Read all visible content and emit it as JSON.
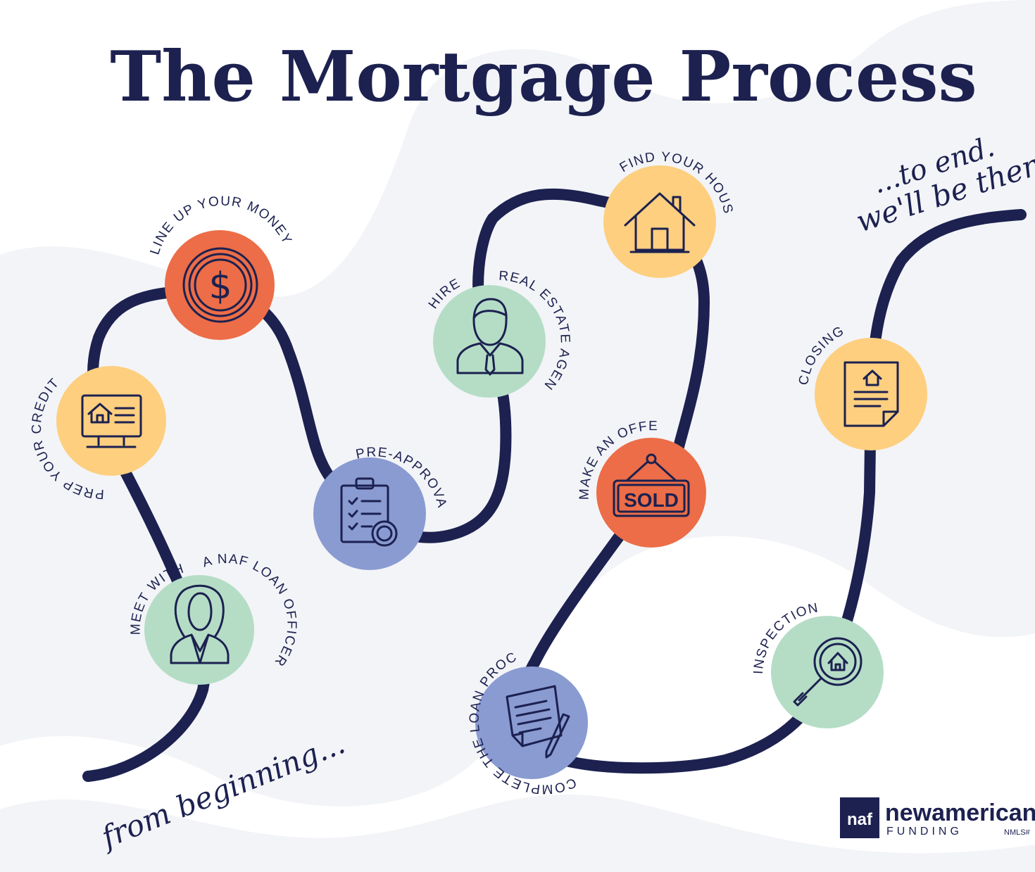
{
  "title": "The Mortgage Process",
  "start_note": "from beginning...",
  "end_note_line1": "...to end.",
  "end_note_line2": "we'll be there.",
  "steps": [
    {
      "id": "meet",
      "label_a": "MEET WITH",
      "label_b": "A NAF LOAN OFFICER",
      "icon": "loan-officer-icon"
    },
    {
      "id": "credit",
      "label": "PREP YOUR CREDIT",
      "icon": "computer-monitor-house-icon"
    },
    {
      "id": "money",
      "label": "LINE UP YOUR MONEY",
      "icon": "dollar-coin-icon"
    },
    {
      "id": "preapproval",
      "label": "PRE-APPROVAL",
      "icon": "clipboard-checklist-icon"
    },
    {
      "id": "agent",
      "label_a": "HIRE A",
      "label_b": "REAL ESTATE AGENT",
      "icon": "agent-person-icon"
    },
    {
      "id": "house",
      "label": "FIND YOUR HOUSE",
      "icon": "house-icon"
    },
    {
      "id": "offer",
      "label": "MAKE AN OFFER",
      "icon": "sold-sign-icon",
      "sign_text": "SOLD"
    },
    {
      "id": "loan",
      "label": "COMPLETE THE LOAN PROCESS",
      "icon": "document-pen-icon"
    },
    {
      "id": "inspection",
      "label": "INSPECTION",
      "icon": "magnifier-house-icon"
    },
    {
      "id": "closing",
      "label": "CLOSING",
      "icon": "closing-document-icon"
    }
  ],
  "brand": {
    "logo_mark": "naf",
    "name": "newamerican",
    "sub": "FUNDING",
    "nmls": "NMLS#"
  },
  "colors": {
    "navy": "#1c2150",
    "green": "#b5ddc6",
    "yellow": "#fdcf7f",
    "orange": "#ec6d47",
    "blue": "#8a9bd2",
    "background_shape": "#f3f4f7"
  }
}
